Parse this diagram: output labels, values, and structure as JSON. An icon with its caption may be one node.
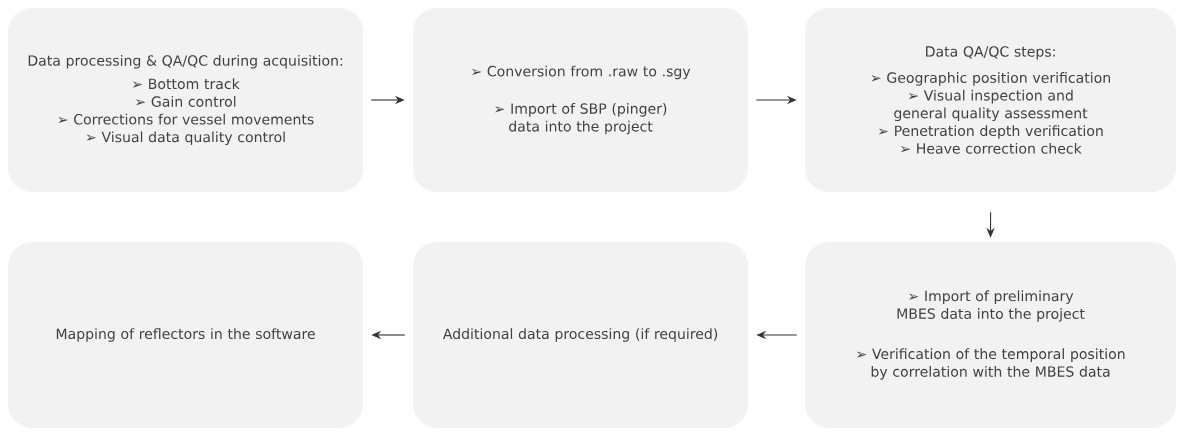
{
  "diagram": {
    "nodes": [
      {
        "text": [
          "Data processing & QA/QC during acquisition:",
          "➢ Bottom track",
          "➢ Gain control",
          "➢ Corrections for vessel movements",
          "➢ Visual data quality control"
        ]
      },
      {
        "text": [
          "➢ Conversion from .raw to .sgy",
          "➢ Import of SBP (pinger) data into the project"
        ]
      },
      {
        "text": [
          "Data QA/QC steps:",
          "➢ Geographic position verification",
          "➢ Visual inspection and general quality assessment",
          "➢ Penetration depth verification",
          "➢ Heave correction check"
        ]
      },
      {
        "text": [
          "➢ Import of preliminary MBES data into the project",
          "➢ Verification of the temporal position by correlation with the MBES data"
        ]
      },
      {
        "text": [
          "Additional data processing (if required)"
        ]
      },
      {
        "text": [
          "Mapping of reflectors in the software"
        ]
      }
    ],
    "edges": [
      {
        "from": 0,
        "to": 1,
        "arrow": "to"
      },
      {
        "from": 1,
        "to": 2,
        "arrow": "to"
      },
      {
        "from": 2,
        "to": 3,
        "arrow": "to"
      },
      {
        "from": 3,
        "to": 4,
        "arrow": "to"
      },
      {
        "from": 4,
        "to": 5,
        "arrow": "to"
      }
    ]
  }
}
